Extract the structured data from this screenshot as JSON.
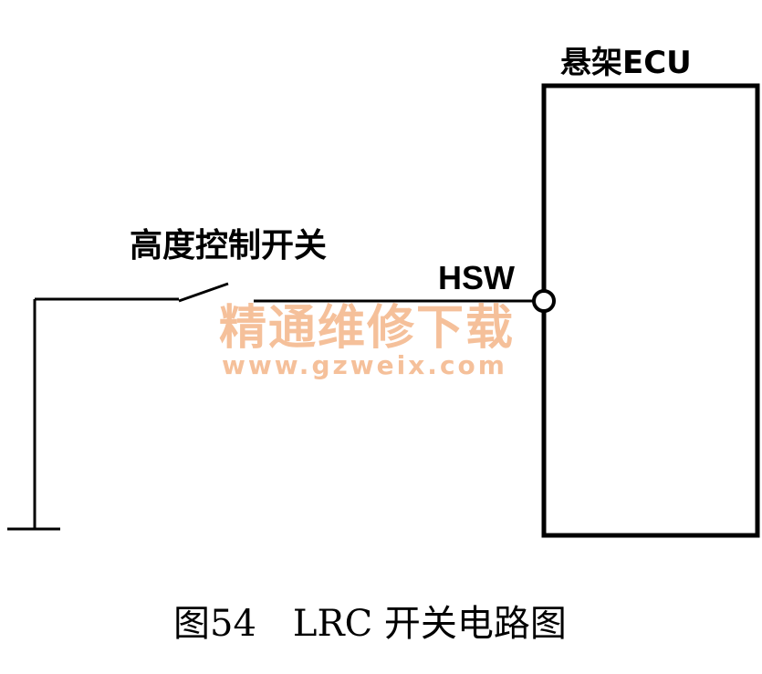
{
  "diagram": {
    "ecu_label": "悬架ECU",
    "switch_label": "高度控制开关",
    "pin_label": "HSW",
    "caption": "图54　LRC 开关电路图",
    "colors": {
      "line": "#000000",
      "watermark": "#f4b98f",
      "background": "#ffffff"
    }
  },
  "watermark": {
    "text": "精通维修下载",
    "url": "www.gzweix.com"
  }
}
